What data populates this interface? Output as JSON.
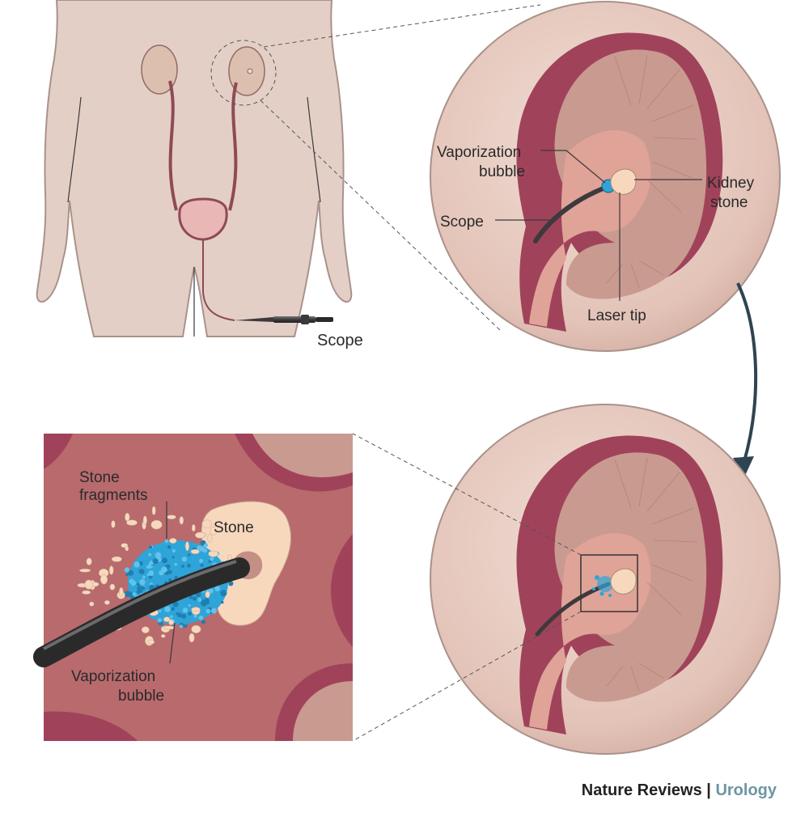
{
  "labels": {
    "scope_body": "Scope",
    "vaporization_line1": "Vaporization",
    "vaporization_line2": "bubble",
    "kidney_line1": "Kidney",
    "kidney_line2": "stone",
    "scope_kidney": "Scope",
    "laser_tip": "Laser tip",
    "stone_fragments_line1": "Stone",
    "stone_fragments_line2": "fragments",
    "stone": "Stone",
    "vapor_zoom_line1": "Vaporization",
    "vapor_zoom_line2": "bubble"
  },
  "credit": {
    "journal": "Nature Reviews",
    "separator": " | ",
    "section": "Urology"
  },
  "colors": {
    "skin": "#e4cfc7",
    "skin_outline": "#a9928a",
    "kidney_tissue": "#a0435a",
    "pelvis": "#dfa398",
    "stone": "#f7d8bd",
    "bubble": "#2fa4d8",
    "scope": "#3c3a3c",
    "arrow": "#2f4452",
    "accent": "#6a96a3"
  }
}
